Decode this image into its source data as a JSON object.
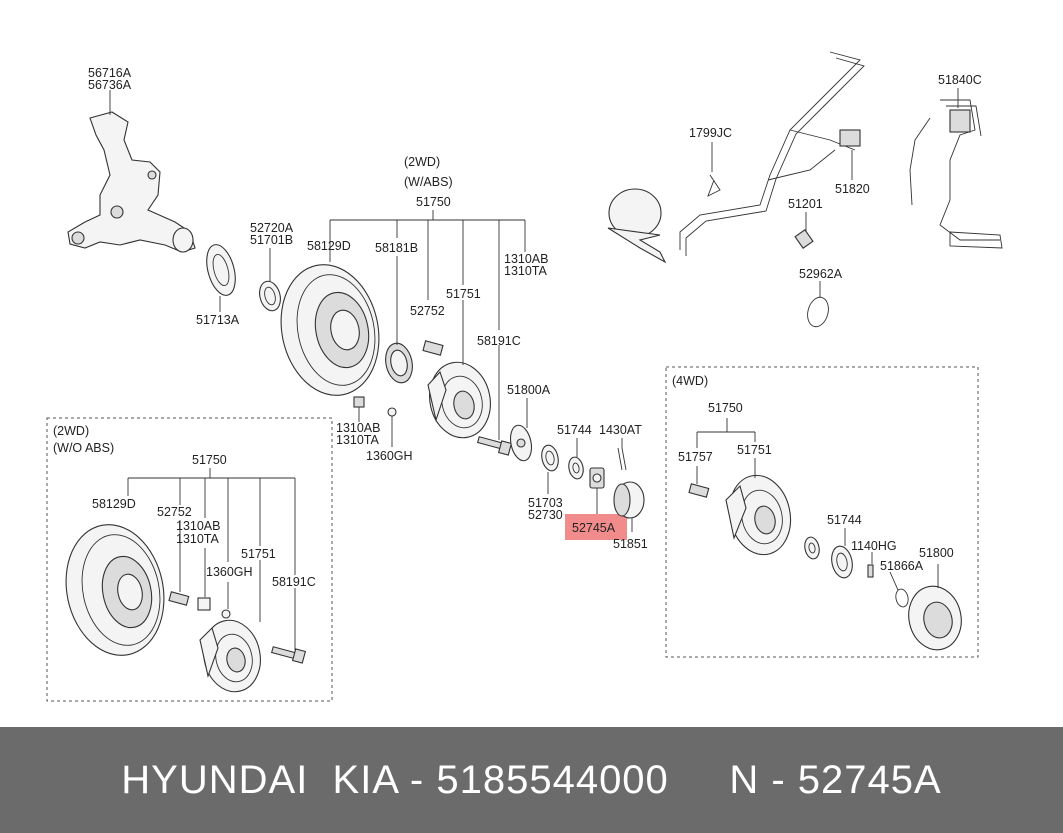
{
  "labels": {
    "knuckle_top": "56716A",
    "knuckle_bot": "56736A",
    "l52720a": "52720A",
    "l51701b": "51701B",
    "l51713a": "51713A",
    "abs_group": "(2WD)",
    "abs_group2": "(W/ABS)",
    "abs_51750": "51750",
    "abs_58129d": "58129D",
    "abs_58181b": "58181B",
    "abs_1310ab": "1310AB",
    "abs_1310ta": "1310TA",
    "abs_52752": "52752",
    "abs_51751": "51751",
    "abs_58191c": "58191C",
    "abs_1310ab_b": "1310AB",
    "abs_1310ta_b": "1310TA",
    "abs_1360gh": "1360GH",
    "l51800a": "51800A",
    "l51744": "51744",
    "l1430at": "1430AT",
    "l51703": "51703",
    "l52730": "52730",
    "l52745a": "52745A",
    "l51851": "51851",
    "l1799jc": "1799JC",
    "l51820": "51820",
    "l51201": "51201",
    "l52962a": "52962A",
    "l51840c": "51840C",
    "noabs_group": "(2WD)",
    "noabs_group2": "(W/O ABS)",
    "noabs_51750": "51750",
    "noabs_58129d": "58129D",
    "noabs_52752": "52752",
    "noabs_1310ab": "1310AB",
    "noabs_1310ta": "1310TA",
    "noabs_1360gh": "1360GH",
    "noabs_51751": "51751",
    "noabs_58191c": "58191C",
    "wd4_group": "(4WD)",
    "wd4_51750": "51750",
    "wd4_51757": "51757",
    "wd4_51751": "51751",
    "wd4_51744": "51744",
    "wd4_1140hg": "1140HG",
    "wd4_51800": "51800",
    "wd4_51866a": "51866A"
  },
  "highlight_color": "#f28c8c",
  "footer": {
    "text": "HYUNDAI  KIA - 5185544000     N - 52745A"
  }
}
